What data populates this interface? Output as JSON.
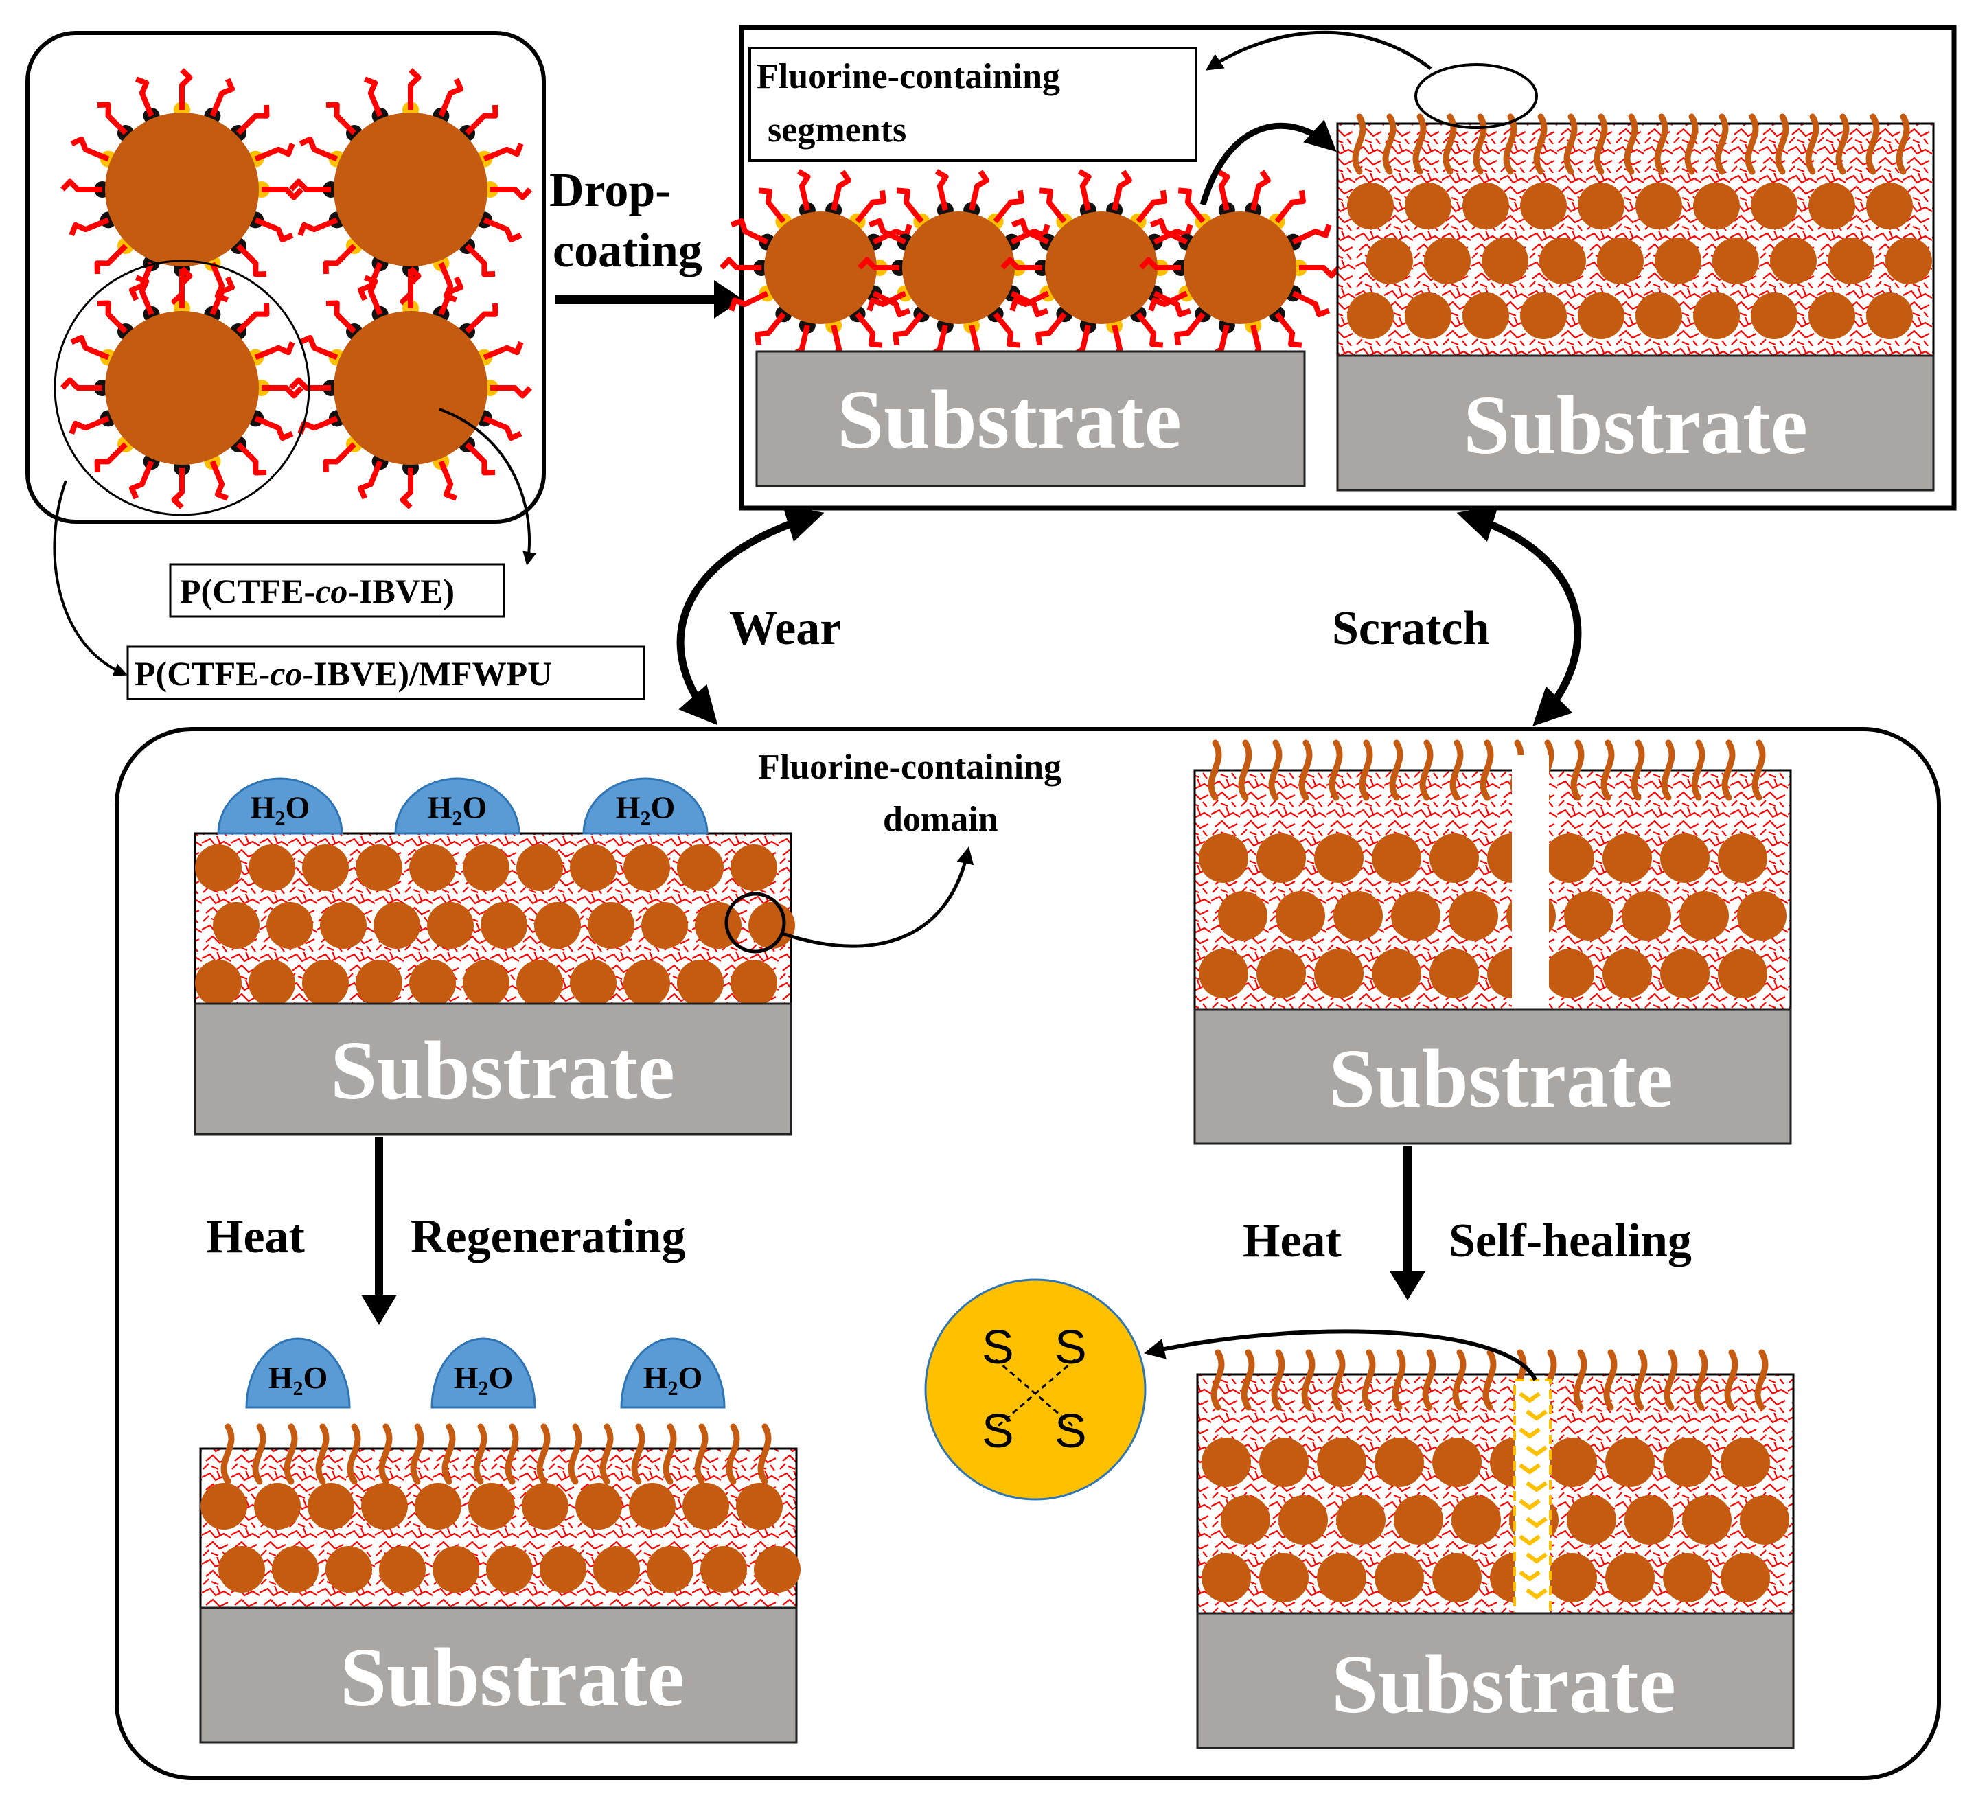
{
  "labels": {
    "dropcoating_1": "Drop-",
    "dropcoating_2": "coating",
    "fluorine_segments_1": "Fluorine-containing",
    "fluorine_segments_2": "segments",
    "polymer": "P(CTFE-",
    "polymer_co": "co",
    "polymer_end": "-IBVE)",
    "composite": "P(CTFE-",
    "composite_co": "co",
    "composite_end": "-IBVE)/MFWPU",
    "wear": "Wear",
    "scratch": "Scratch",
    "fluorine_domain_1": "Fluorine-containing",
    "fluorine_domain_2": "domain",
    "heat_left": "Heat",
    "regenerating": "Regenerating",
    "heat_right": "Heat",
    "self_healing": "Self-healing",
    "substrate": "Substrate",
    "water": "H",
    "water_sub": "2",
    "water_end": "O",
    "sulfur": "S"
  },
  "colors": {
    "particle": "#C55A11",
    "substrate": "#A9A6A4",
    "water": "#5B9BD5",
    "sulfur_circle": "#FFC000",
    "mesh": "#FF0000"
  }
}
